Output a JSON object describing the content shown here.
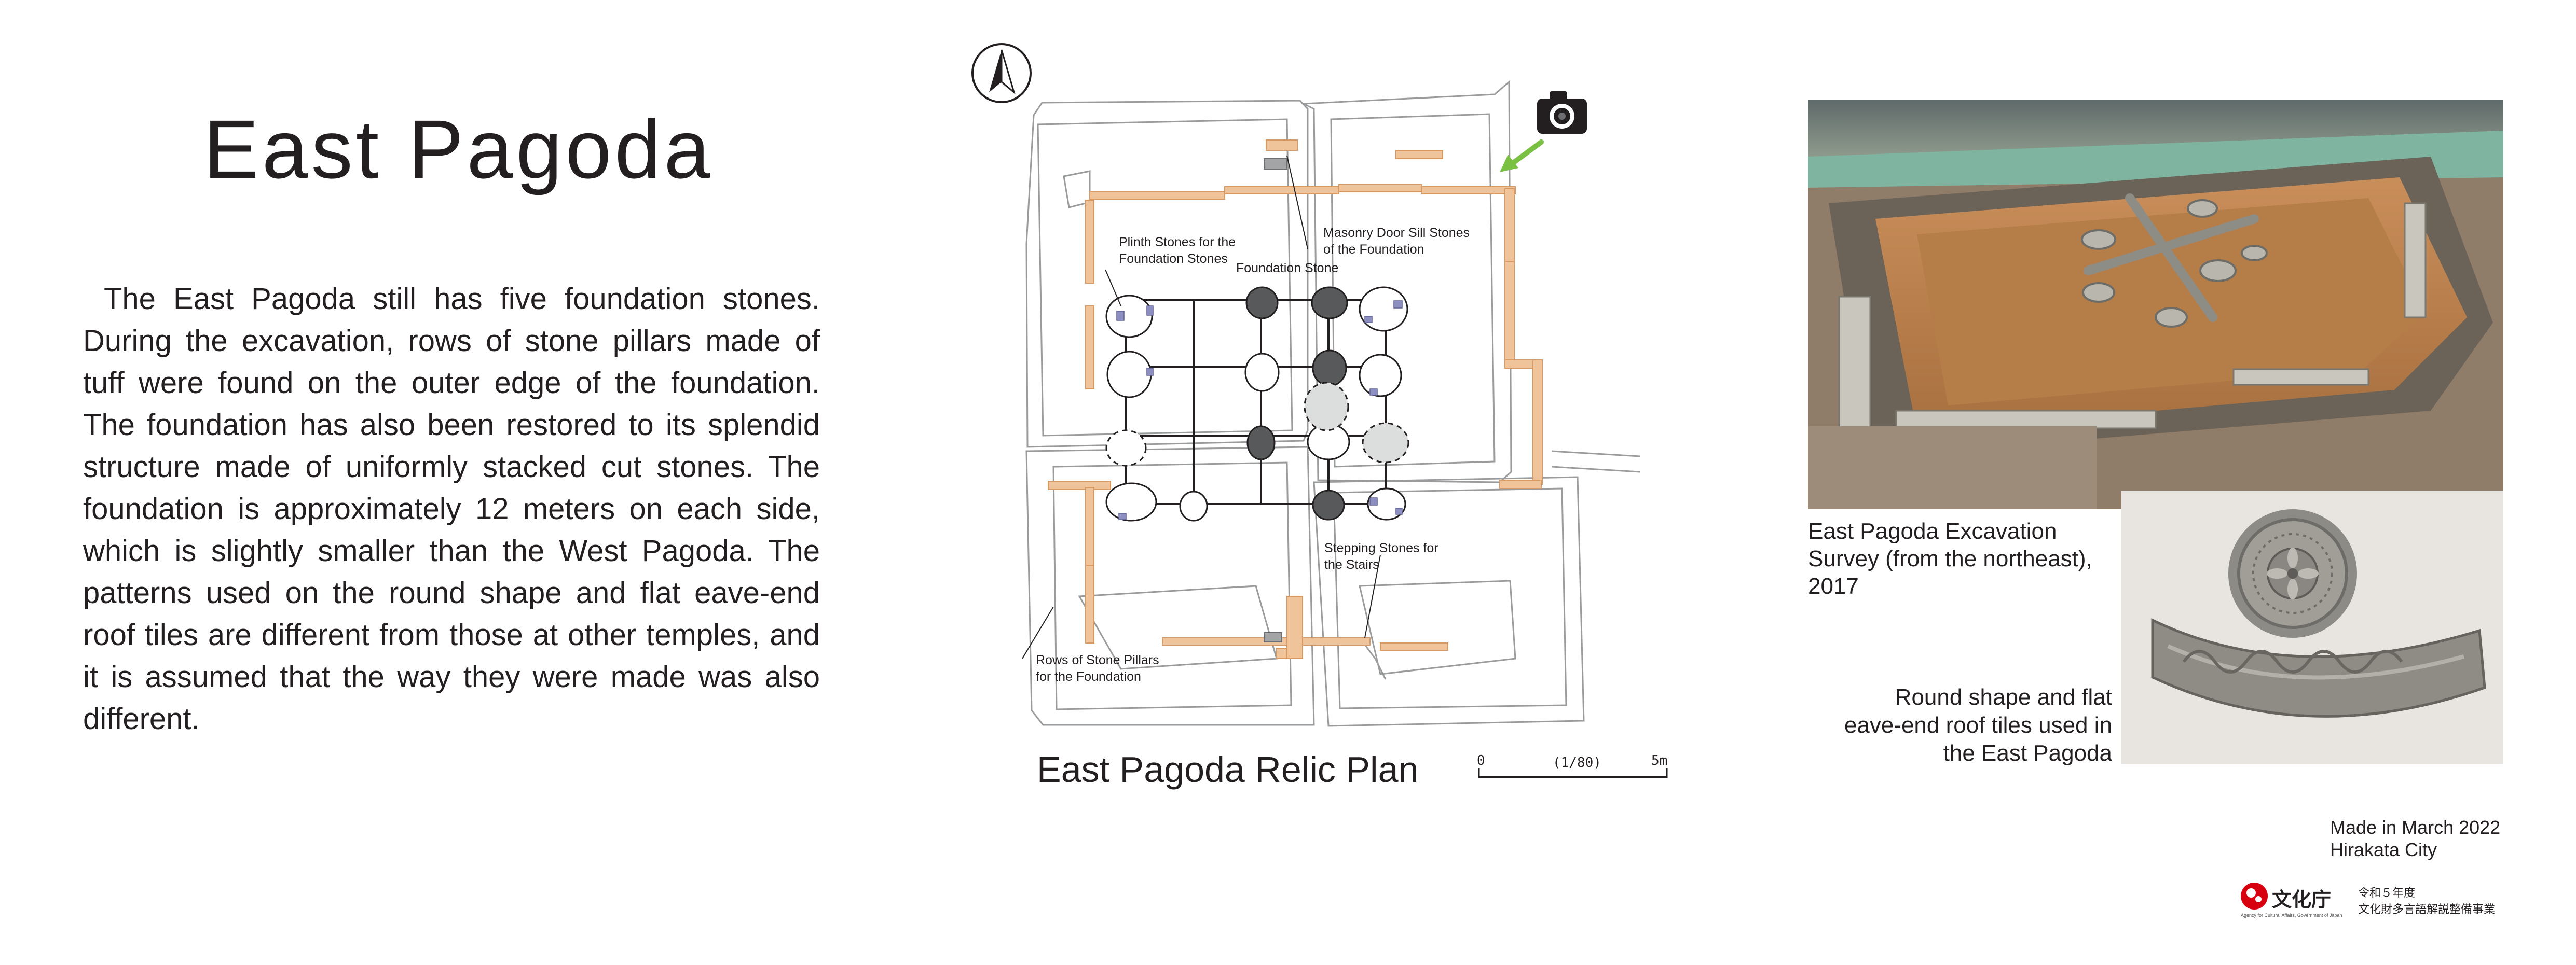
{
  "title": "East Pagoda",
  "body": "The East Pagoda still has five foundation stones. During the excavation, rows of stone pillars made of tuff were found on the outer edge of the foundation. The foundation has also been restored to its splendid structure made of uniformly stacked cut stones. The foundation is approximately 12 meters on each side, which is slightly smaller than the West Pagoda. The patterns used on the round shape and flat eave-end roof tiles are different from those at other temples, and it is assumed that the way they were made was also different.",
  "plan": {
    "caption": "East Pagoda Relic Plan",
    "labels": {
      "plinth_1": "Plinth Stones for the",
      "plinth_2": "Foundation Stones",
      "foundation_stone": "Foundation Stone",
      "masonry_1": "Masonry Door Sill Stones",
      "masonry_2": "of the Foundation",
      "stepping_1": "Stepping Stones for",
      "stepping_2": "the Stairs",
      "rows_1": "Rows of Stone Pillars",
      "rows_2": "for the Foundation"
    },
    "scale": {
      "start": "0",
      "ratio": "(1/80)",
      "end": "5m"
    },
    "icons": [
      "north-arrow-icon",
      "camera-icon",
      "view-direction-arrow-icon"
    ]
  },
  "photo_excavation": {
    "caption_1": "East Pagoda Excavation",
    "caption_2": "Survey (from the northeast),",
    "caption_3": "2017"
  },
  "photo_tiles": {
    "caption_1": "Round shape and flat",
    "caption_2": "eave-end roof tiles used in",
    "caption_3": "the East Pagoda"
  },
  "credit": {
    "line_1": "Made in March 2022",
    "line_2": "Hirakata City"
  },
  "footer": {
    "logo_text": "文化庁",
    "logo_sub": "Agency for Cultural Affairs, Government of Japan",
    "project_1": "令和５年度",
    "project_2": "文化財多言語解説整備事業"
  },
  "colors": {
    "text": "#231f20",
    "stone_band": "#efc49a",
    "stone_band_edge": "#d89a62",
    "dark_stone": "#58595b",
    "blue_stone": "#8c8fbf",
    "arrow_green": "#7ac143",
    "logo_red": "#d7000f"
  }
}
